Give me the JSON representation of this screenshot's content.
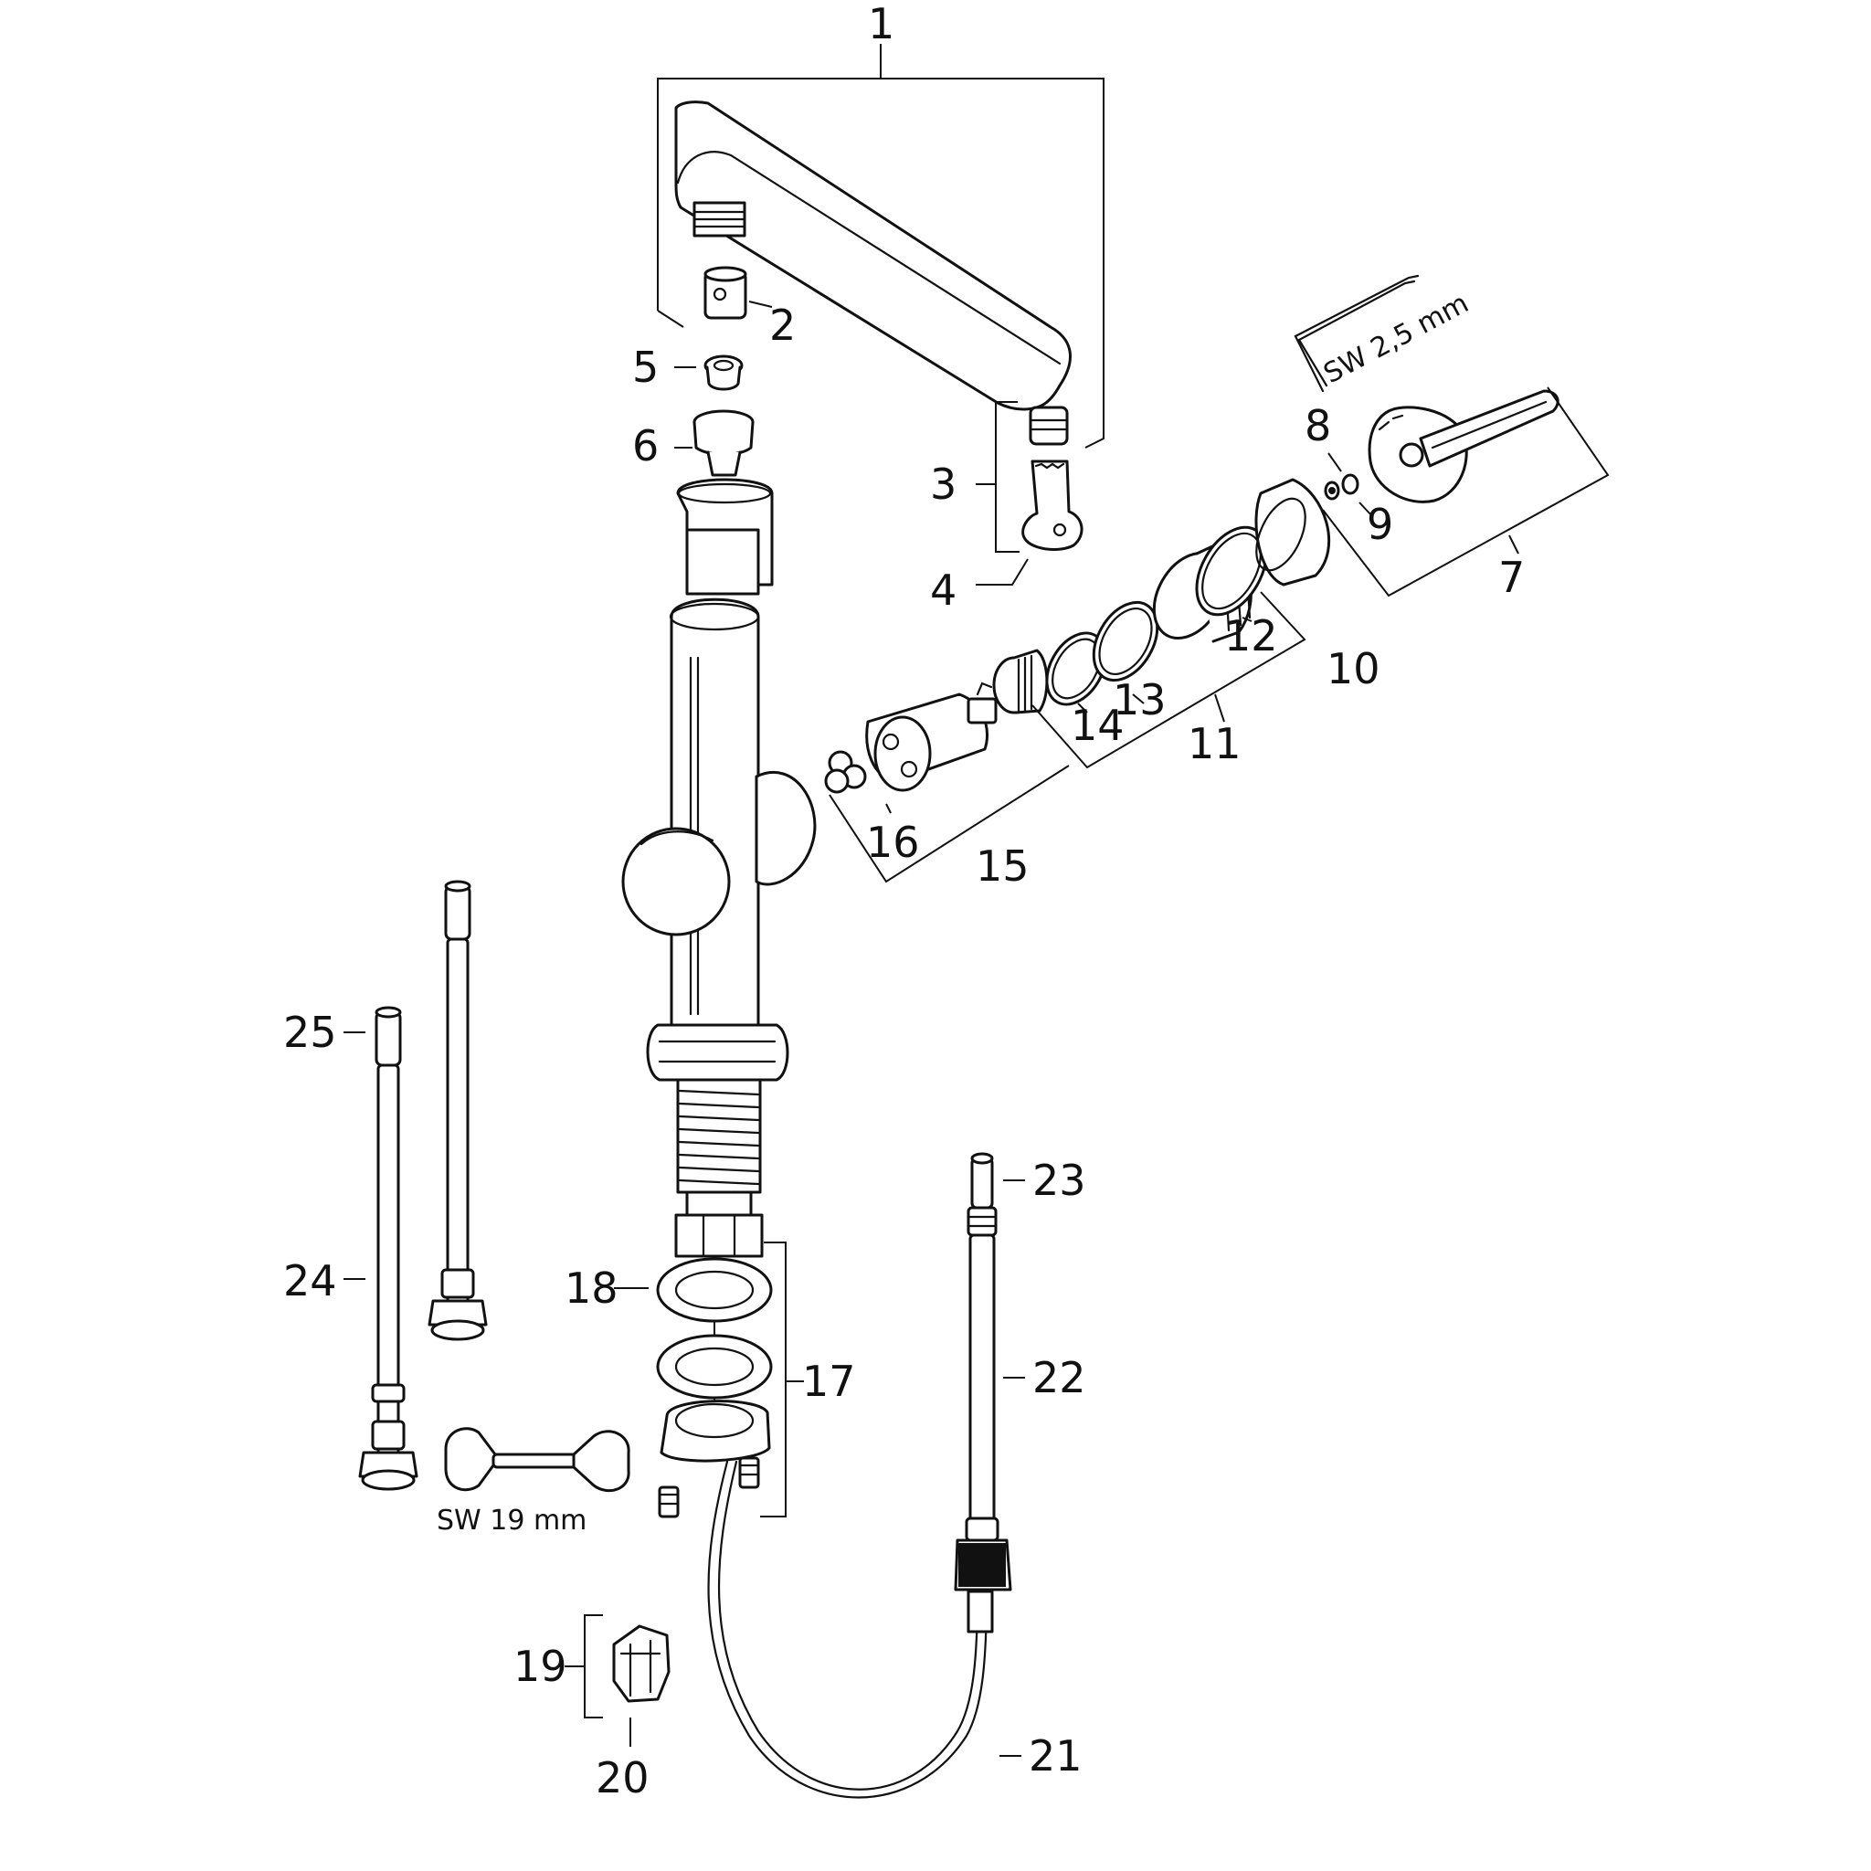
{
  "callouts": {
    "c1": "1",
    "c2": "2",
    "c3": "3",
    "c4": "4",
    "c5": "5",
    "c6": "6",
    "c7": "7",
    "c8": "8",
    "c9": "9",
    "c10": "10",
    "c11": "11",
    "c12": "12",
    "c13": "13",
    "c14": "14",
    "c15": "15",
    "c16": "16",
    "c17": "17",
    "c18": "18",
    "c19": "19",
    "c20": "20",
    "c21": "21",
    "c22": "22",
    "c23": "23",
    "c24": "24",
    "c25": "25"
  },
  "tools": {
    "hex_key_label": "SW 2,5 mm",
    "wrench_label": "SW 19 mm"
  },
  "colors": {
    "line": "#111111",
    "background": "#ffffff"
  }
}
